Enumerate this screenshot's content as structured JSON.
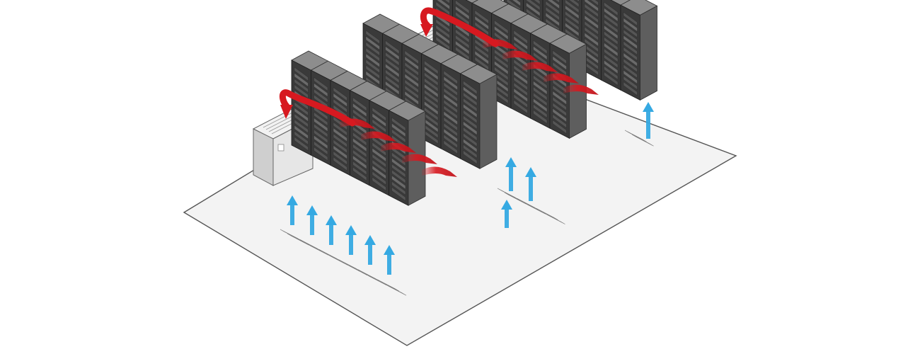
{
  "diagram": {
    "rack_rows": 4,
    "racks_per_row": 6,
    "crac_units": 2,
    "cold_airflow": "raised-floor-vents",
    "hot_airflow": "return-to-crac"
  },
  "colors": {
    "background": "#ffffff",
    "floor_fill": "#f3f3f3",
    "floor_stroke": "#555555",
    "rack_front": "#3a3a3a",
    "rack_top": "#8d8d8d",
    "rack_side": "#5e5e5e",
    "crac_body": "#e3e3e3",
    "cold_air": "#35a9e2",
    "hot_air": "#d71920"
  },
  "icons": {
    "rack": "server-rack-icon",
    "crac": "crac-unit-icon",
    "cold": "cold-air-arrow-icon",
    "hot": "hot-air-arrow-icon",
    "vent": "floor-vent-icon"
  }
}
